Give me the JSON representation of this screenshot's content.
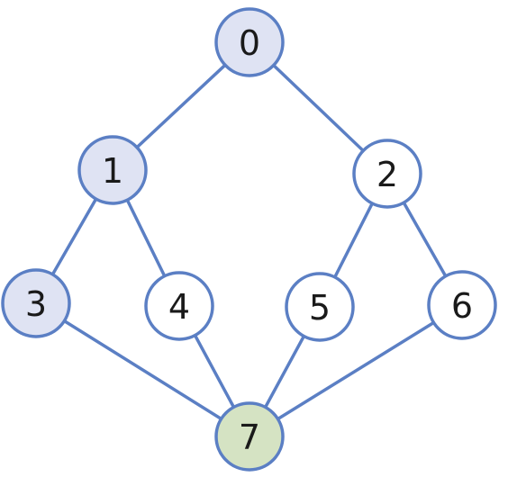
{
  "colors": {
    "edge": "#5b7fc4",
    "stroke": "#5b7fc4",
    "visited_fill": "#dfe3f3",
    "target_fill": "#d5e3c3",
    "default_fill": "#ffffff"
  },
  "nodes": [
    {
      "id": "0",
      "label": "0",
      "state": "visited"
    },
    {
      "id": "1",
      "label": "1",
      "state": "visited"
    },
    {
      "id": "2",
      "label": "2",
      "state": "default"
    },
    {
      "id": "3",
      "label": "3",
      "state": "visited"
    },
    {
      "id": "4",
      "label": "4",
      "state": "default"
    },
    {
      "id": "5",
      "label": "5",
      "state": "default"
    },
    {
      "id": "6",
      "label": "6",
      "state": "default"
    },
    {
      "id": "7",
      "label": "7",
      "state": "target"
    }
  ],
  "edges": [
    [
      "0",
      "1"
    ],
    [
      "0",
      "2"
    ],
    [
      "1",
      "3"
    ],
    [
      "1",
      "4"
    ],
    [
      "2",
      "5"
    ],
    [
      "2",
      "6"
    ],
    [
      "3",
      "7"
    ],
    [
      "4",
      "7"
    ],
    [
      "5",
      "7"
    ],
    [
      "6",
      "7"
    ]
  ]
}
